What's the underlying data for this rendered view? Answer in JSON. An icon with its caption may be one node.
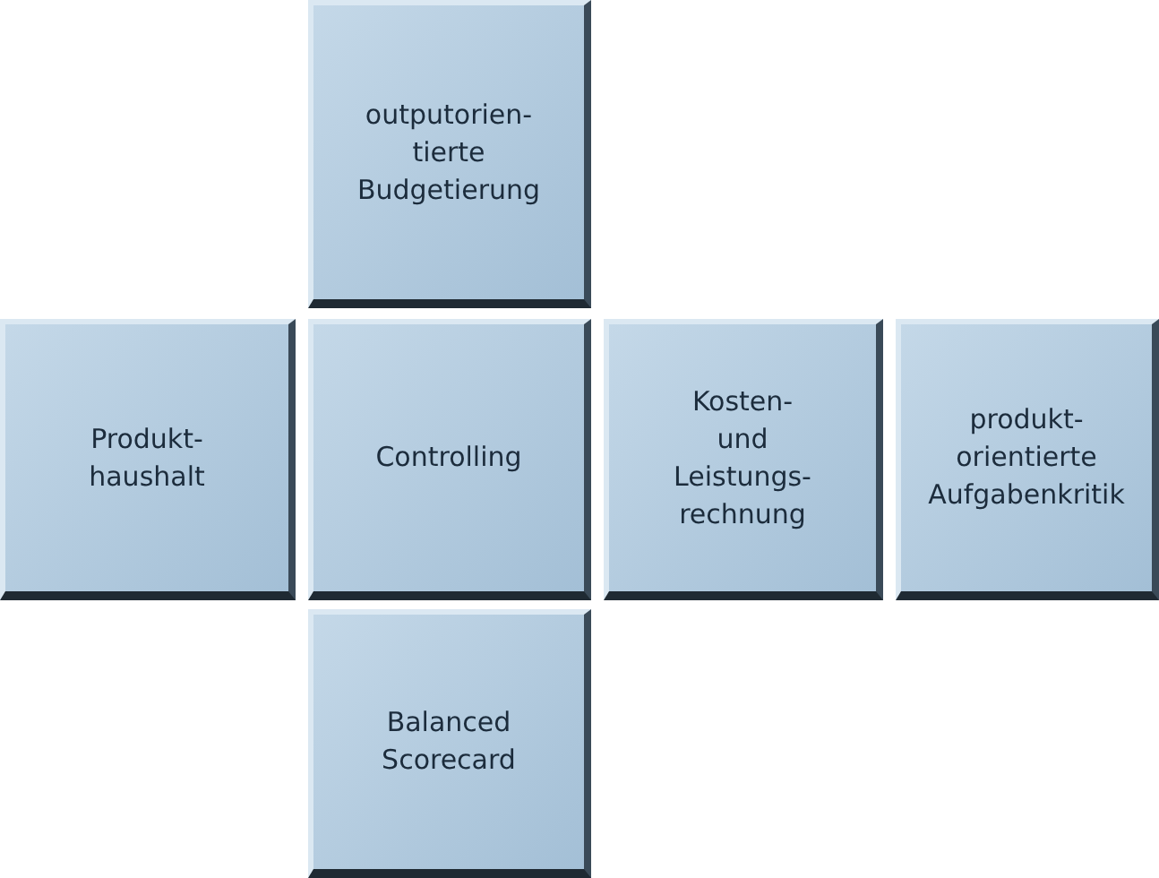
{
  "diagram": {
    "nodes": [
      {
        "text": [
          "outputorien- tierte Budgetierung"
        ]
      },
      {
        "text": [
          "Produkt- haushalt"
        ]
      },
      {
        "text": [
          "Controlling"
        ]
      },
      {
        "text": [
          "Kosten- und Leistungs- rechnung"
        ]
      },
      {
        "text": [
          "produkt- orientierte Aufgabenkritik"
        ]
      },
      {
        "text": [
          "Balanced Scorecard"
        ]
      }
    ],
    "edges": []
  }
}
